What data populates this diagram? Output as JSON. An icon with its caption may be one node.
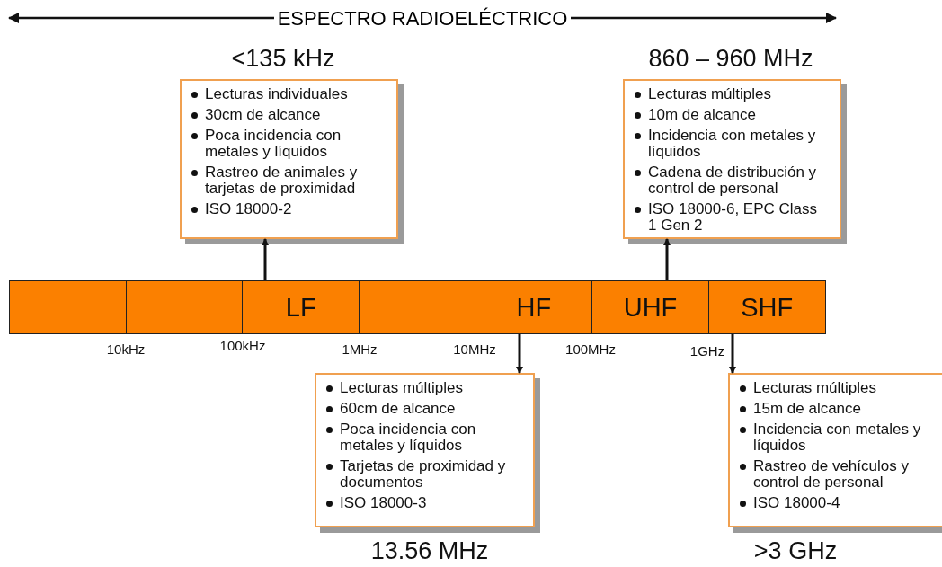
{
  "diagram": {
    "title": "ESPECTRO RADIOELÉCTRICO",
    "nodes": [
      {
        "text": [
          "Lecturas individuales",
          "30cm de alcance",
          "Poca incidencia con metales y líquidos",
          "Rastreo de animales y tarjetas de proximidad",
          "ISO 18000-2"
        ],
        "beside": [
          "<135 kHz"
        ]
      },
      {
        "text": [
          "Lecturas múltiples",
          "10m de alcance",
          "Incidencia con metales y líquidos",
          "Cadena de distribución y control de personal",
          "ISO 18000-6, EPC Class 1 Gen 2"
        ],
        "beside": [
          "860 – 960 MHz"
        ]
      },
      {
        "text": [],
        "shape": "box"
      },
      {
        "text": [],
        "shape": "box"
      },
      {
        "text": [
          "LF"
        ]
      },
      {
        "text": [],
        "shape": "box"
      },
      {
        "text": [
          "HF"
        ]
      },
      {
        "text": [
          "UHF"
        ]
      },
      {
        "text": [
          "SHF"
        ]
      },
      {
        "text": [
          "Lecturas múltiples",
          "60cm de alcance",
          "Poca incidencia con metales y líquidos",
          "Tarjetas de proximidad y documentos",
          "ISO 18000-3"
        ],
        "beside": [
          "13.56 MHz"
        ]
      },
      {
        "text": [
          "Lecturas múltiples",
          "15m de alcance",
          "Incidencia con metales y líquidos",
          "Rastreo de vehículos y control de personal",
          "ISO 18000-4"
        ],
        "beside": [
          ">3 GHz"
        ]
      }
    ],
    "edges": [
      {
        "from": 4,
        "to": 0,
        "arrow": "to"
      },
      {
        "from": 7,
        "to": 1,
        "arrow": "to"
      },
      {
        "from": 6,
        "to": 9,
        "arrow": "to"
      },
      {
        "from": 8,
        "to": 10,
        "arrow": "to"
      }
    ],
    "labels": [
      "10kHz",
      "100kHz",
      "1MHz",
      "10MHz",
      "100MHz",
      "1GHz"
    ]
  }
}
